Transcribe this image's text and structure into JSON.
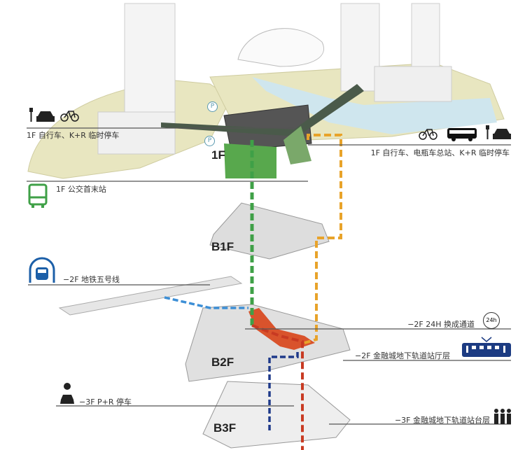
{
  "labels": {
    "f1_bike_kr": "1F 自行车、K+R 临时停车",
    "f1_bike_ebike_kr": "1F 自行车、电瓶车总站、K+R 临时停车",
    "f1_bus_terminal": "1F 公交首末站",
    "b2_metro5": "−2F 地铁五号线",
    "b2_24h": "−2F 24H 换成通道",
    "b2_concourse": "−2F 金融城地下轨道站厅层",
    "b3_pr": "−3F P+R 停车",
    "b3_platform": "−3F 金融城地下轨道站台层",
    "badge_24h": "24h",
    "parking_p": "P"
  },
  "floors": [
    "1F",
    "B1F",
    "B2F",
    "B3F"
  ],
  "colors": {
    "green": "#3fa047",
    "orange": "#e8a32a",
    "red": "#d9532c",
    "blue_light": "#3d8fd6",
    "blue_dark": "#1f3a8a",
    "navy": "#1c3b82",
    "landscape": "#e8e6c0",
    "water": "#cfe6ee"
  }
}
